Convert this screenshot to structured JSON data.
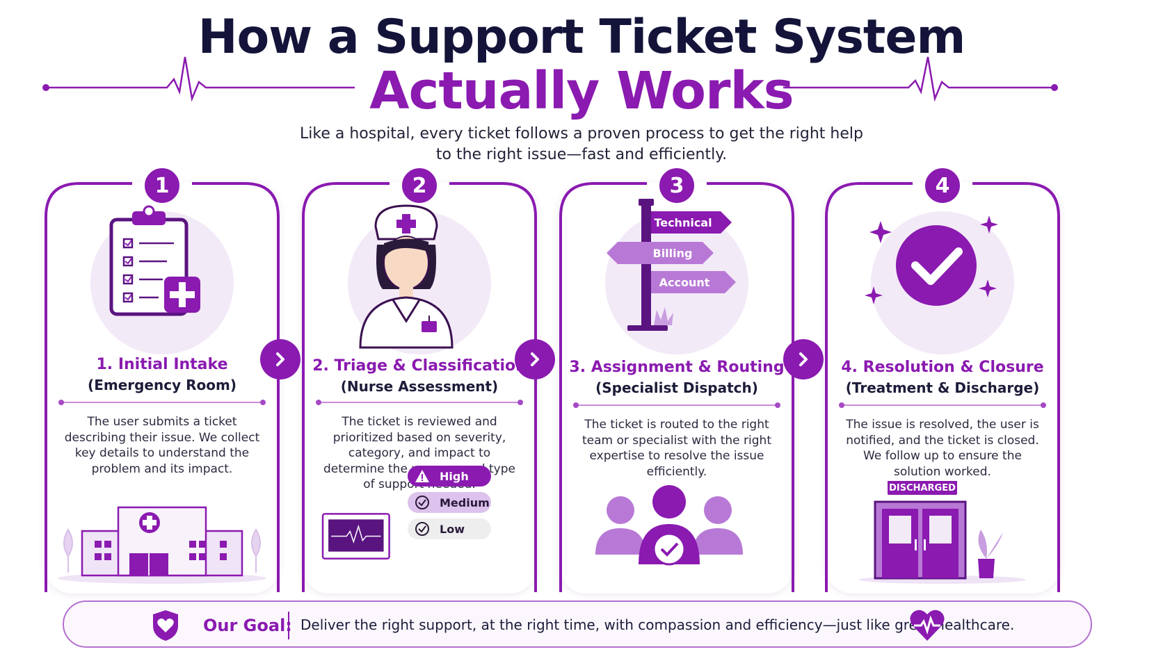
{
  "header": {
    "title_line1": "How a Support Ticket System",
    "title_line2": "Actually Works",
    "subtitle_line1": "Like a hospital, every ticket follows a proven process to get the right help",
    "subtitle_line2": "to the right issue—fast and efficiently."
  },
  "steps": [
    {
      "number": "1",
      "title": "1. Initial Intake",
      "subtitle": "(Emergency Room)",
      "description": "The user submits a ticket describing their issue. We collect key details to understand the problem and its impact.",
      "icon": "clipboard-medical-icon",
      "bottom_icon": "hospital-building-icon"
    },
    {
      "number": "2",
      "title": "2. Triage & Classification",
      "subtitle": "(Nurse Assessment)",
      "description": "The ticket is reviewed and prioritized based on severity, category, and impact to determine the urgency and type of support needed.",
      "icon": "nurse-icon",
      "bottom_icon": "heart-monitor-icon",
      "priorities": [
        "High",
        "Medium",
        "Low"
      ]
    },
    {
      "number": "3",
      "title": "3. Assignment & Routing",
      "subtitle": "(Specialist Dispatch)",
      "description": "The ticket is routed to the right team or specialist with the right expertise to resolve the issue efficiently.",
      "icon": "signpost-icon",
      "signs": [
        "Technical",
        "Billing",
        "Account"
      ],
      "bottom_icon": "team-check-icon"
    },
    {
      "number": "4",
      "title": "4. Resolution & Closure",
      "subtitle": "(Treatment & Discharge)",
      "description": "The issue is resolved, the user is notified, and the ticket is closed. We follow up to ensure the solution worked.",
      "icon": "checkmark-circle-icon",
      "bottom_icon": "discharge-door-icon",
      "door_sign": "DISCHARGED"
    }
  ],
  "goal": {
    "label": "Our Goal:",
    "text": "Deliver the right support, at the right time, with compassion and efficiency—just like great healthcare."
  },
  "colors": {
    "primary": "#8a1ab0",
    "light": "#f3eaf8",
    "accent": "#b06fd0",
    "dark_text": "#14143a"
  }
}
